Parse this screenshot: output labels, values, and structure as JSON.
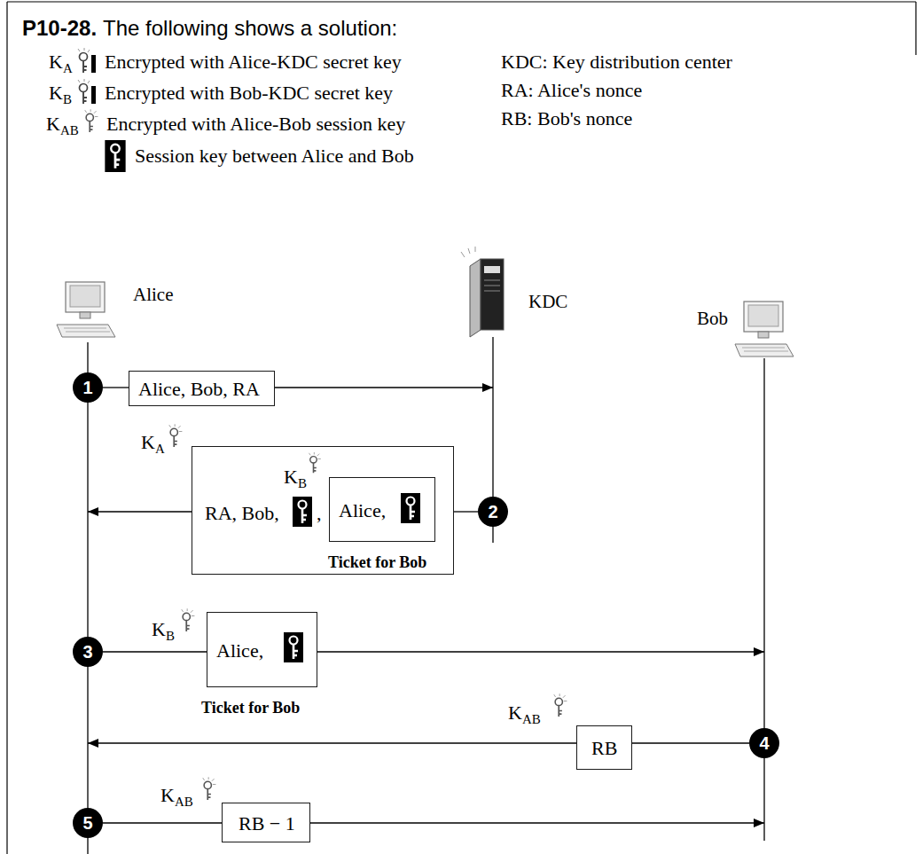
{
  "diagram": {
    "title": "P10-28.",
    "nodes": [
      {
        "text": [
          "1"
        ]
      },
      {
        "text": [
          "Alice, Bob, RA"
        ]
      },
      {
        "text": [
          "2"
        ]
      },
      {
        "text": [
          "KA",
          "RA, Bob,",
          ","
        ]
      },
      {
        "text": [
          "KB",
          "Alice,",
          "Ticket for Bob"
        ],
        "in": 3
      },
      {
        "text": [
          "3"
        ]
      },
      {
        "text": [
          "KB",
          "Alice,",
          "Ticket for Bob"
        ]
      },
      {
        "text": [
          "4"
        ]
      },
      {
        "text": [
          "KAB",
          "RB"
        ]
      },
      {
        "text": [
          "5"
        ]
      },
      {
        "text": [
          "KAB",
          "RB − 1"
        ]
      }
    ],
    "edges": [
      {
        "from": 0,
        "to": 1,
        "arrow": "none"
      },
      {
        "from": 2,
        "to": 3,
        "arrow": "none"
      },
      {
        "from": 5,
        "to": 6,
        "arrow": "none"
      },
      {
        "from": 7,
        "to": 8,
        "arrow": "none"
      },
      {
        "from": 9,
        "to": 10,
        "arrow": "none"
      }
    ],
    "labels": [
      "The following shows a solution:",
      "KA",
      "KB",
      "KAB",
      "KDC: Key distribution center",
      "RA: Alice's nonce",
      "RB: Bob's nonce",
      "Alice",
      "KDC",
      "Bob"
    ],
    "legend": [
      {
        "text": "Encrypted with Alice-KDC secret key"
      },
      {
        "text": "Encrypted with Bob-KDC secret key"
      },
      {
        "text": "Encrypted with Alice-Bob session key"
      },
      {
        "text": "Session key between Alice and Bob"
      }
    ]
  }
}
